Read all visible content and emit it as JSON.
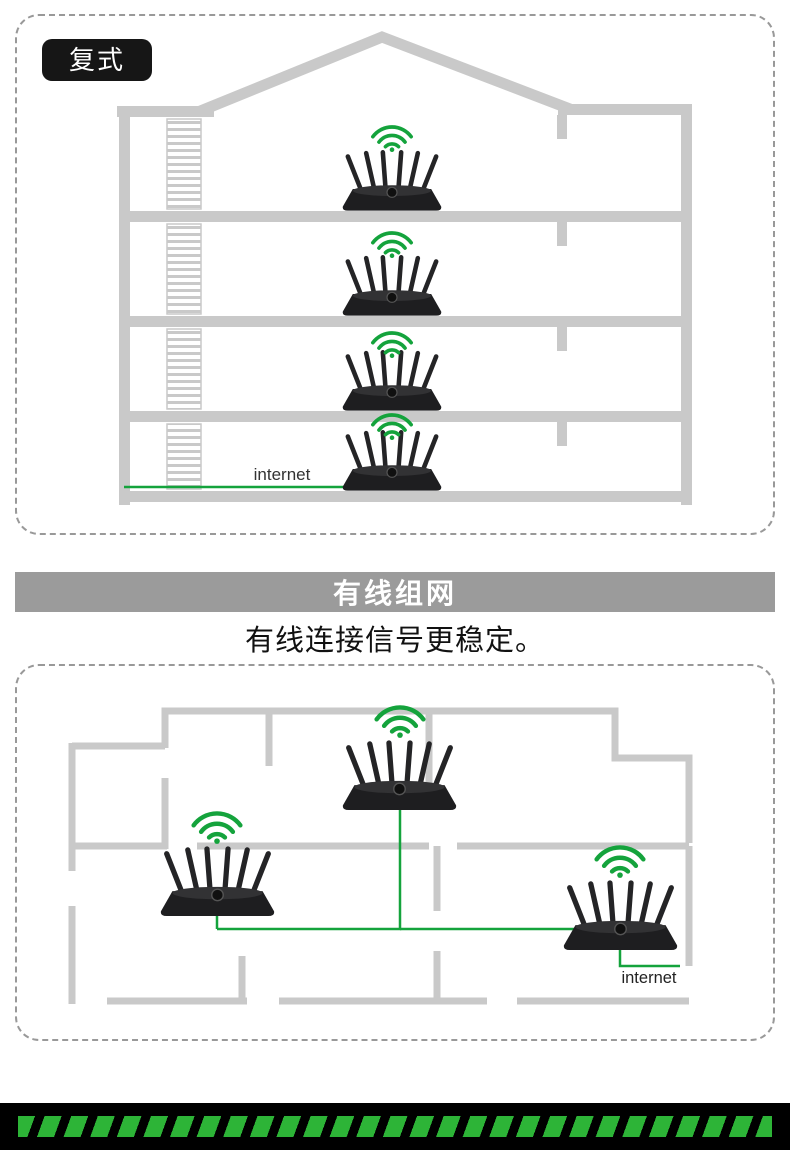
{
  "colors": {
    "accent_green": "#14a33c",
    "stripe_green": "#2db437",
    "wall_gray": "#c9c9c9",
    "banner_gray": "#9b9b9b",
    "router_body": "#1e1e20",
    "footer_black": "#000000"
  },
  "duplex_section": {
    "tag_label": "复式",
    "internet_label": "internet",
    "router_count": 4
  },
  "wired_section": {
    "banner_title": "有线组网",
    "subtitle": "有线连接信号更稳定。",
    "internet_label": "internet",
    "router_count": 3
  },
  "icons": {
    "wifi": "wifi-signal-icon",
    "router": "router-icon"
  }
}
